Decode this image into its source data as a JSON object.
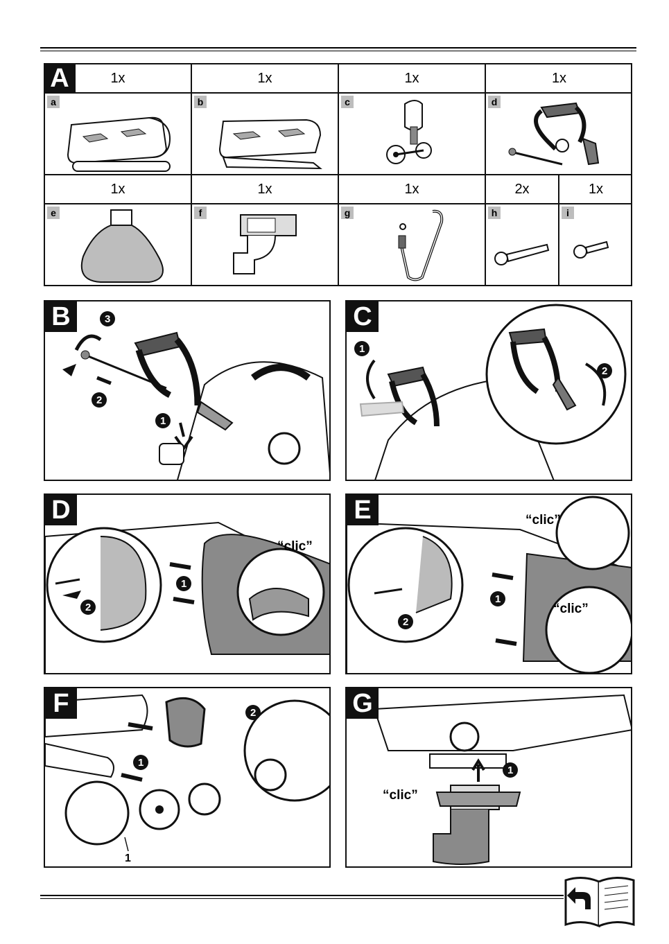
{
  "sections": {
    "A": {
      "letter": "A",
      "top_row": [
        {
          "qty": "1x",
          "label": "a"
        },
        {
          "qty": "1x",
          "label": "b"
        },
        {
          "qty": "1x",
          "label": "c"
        },
        {
          "qty": "1x",
          "label": "d"
        }
      ],
      "bottom_row": [
        {
          "qty": "1x",
          "label": "e"
        },
        {
          "qty": "1x",
          "label": "f"
        },
        {
          "qty": "1x",
          "label": "g"
        },
        {
          "qty": "2x",
          "label": "h"
        },
        {
          "qty": "1x",
          "label": "i"
        }
      ]
    },
    "B": {
      "letter": "B",
      "steps": [
        "1",
        "2",
        "3"
      ]
    },
    "C": {
      "letter": "C",
      "steps": [
        "1",
        "2"
      ]
    },
    "D": {
      "letter": "D",
      "steps": [
        "1",
        "2"
      ],
      "sound": "“clic”"
    },
    "E": {
      "letter": "E",
      "steps": [
        "1",
        "2"
      ],
      "sound": "“clic”",
      "sound2": "“clic”"
    },
    "F": {
      "letter": "F",
      "steps": [
        "1",
        "2"
      ],
      "callout": "1"
    },
    "G": {
      "letter": "G",
      "steps": [
        "1"
      ],
      "sound": "“clic”"
    }
  },
  "icons": {
    "back_page": "book-return-arrow-icon"
  },
  "colors": {
    "ink": "#111111",
    "label_bg": "#bdbdbd",
    "part_gray": "#8a8a8a"
  }
}
